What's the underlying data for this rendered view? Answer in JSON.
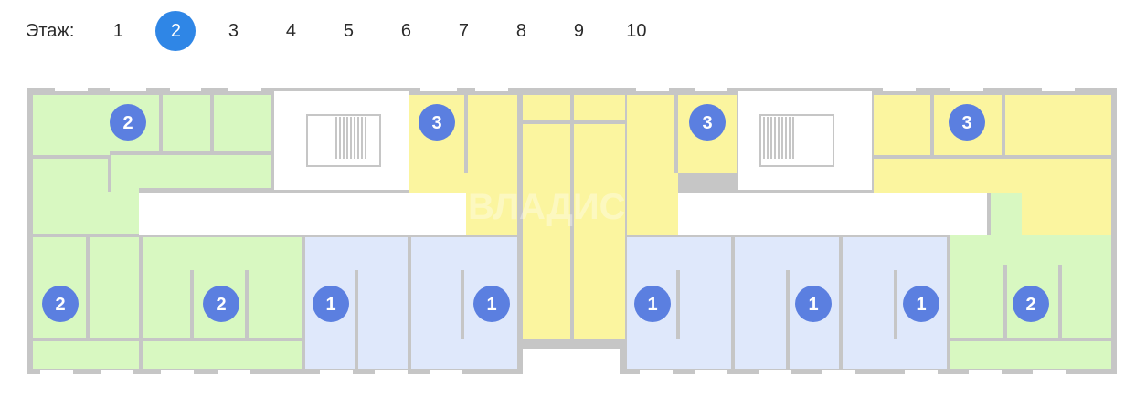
{
  "floor_selector": {
    "label": "Этаж:",
    "floors": [
      "1",
      "2",
      "3",
      "4",
      "5",
      "6",
      "7",
      "8",
      "9",
      "10"
    ],
    "selected": "2"
  },
  "plan": {
    "watermark": "ВЛАДИС",
    "colors": {
      "one_room": "#dfe8fb",
      "two_room": "#d8f8c1",
      "three_room": "#fbf59f",
      "wall": "#c6c6c6",
      "badge": "#5b7fe0",
      "selected_floor": "#2f86e6"
    },
    "apartments": [
      {
        "id": "apt-2-top-left",
        "rooms": "2"
      },
      {
        "id": "apt-3-center-left",
        "rooms": "3"
      },
      {
        "id": "apt-3-center-right",
        "rooms": "3"
      },
      {
        "id": "apt-3-right",
        "rooms": "3"
      },
      {
        "id": "apt-2-bottom-left",
        "rooms": "2"
      },
      {
        "id": "apt-2-bottom-second",
        "rooms": "2"
      },
      {
        "id": "apt-1-a",
        "rooms": "1"
      },
      {
        "id": "apt-1-b",
        "rooms": "1"
      },
      {
        "id": "apt-1-c",
        "rooms": "1"
      },
      {
        "id": "apt-1-d",
        "rooms": "1"
      },
      {
        "id": "apt-1-e",
        "rooms": "1"
      },
      {
        "id": "apt-2-bottom-right",
        "rooms": "2"
      }
    ]
  }
}
